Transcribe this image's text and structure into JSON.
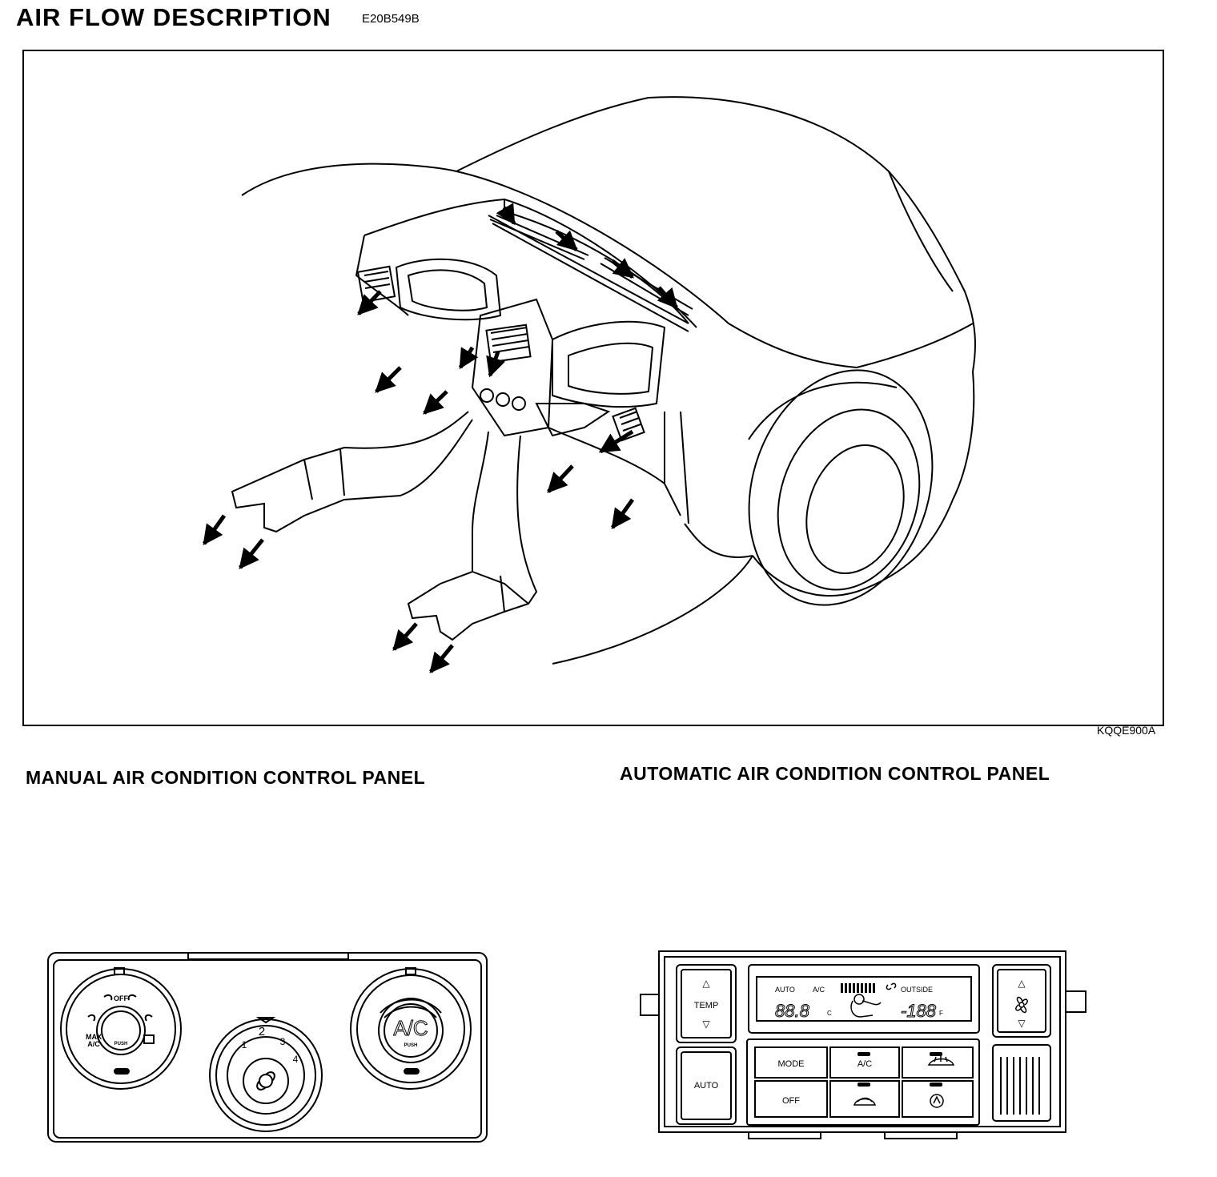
{
  "header": {
    "title": "AIR FLOW DESCRIPTION",
    "code": "E20B549B"
  },
  "figure": {
    "id": "KQQE900A"
  },
  "manual_panel": {
    "heading": "MANUAL AIR CONDITION CONTROL PANEL",
    "mode_knob": {
      "off": "OFF",
      "max_ac_1": "MAX",
      "max_ac_2": "A/C",
      "push": "PUSH"
    },
    "fan_knob": {
      "speeds": [
        "1",
        "2",
        "3",
        "4"
      ]
    },
    "ac_knob": {
      "label": "A/C",
      "push": "PUSH"
    }
  },
  "auto_panel": {
    "heading": "AUTOMATIC AIR CONDITION CONTROL PANEL",
    "temp": {
      "label": "TEMP",
      "up": "△",
      "down": "▽"
    },
    "auto_label": "AUTO",
    "display": {
      "auto": "AUTO",
      "ac": "A/C",
      "outside": "OUTSIDE",
      "temp_reading": "88.8",
      "outside_reading": "-188",
      "unit_c": "C",
      "unit_f": "F"
    },
    "buttons": {
      "mode": "MODE",
      "ac": "A/C",
      "off": "OFF"
    },
    "fan": {
      "up": "△",
      "down": "▽"
    }
  }
}
